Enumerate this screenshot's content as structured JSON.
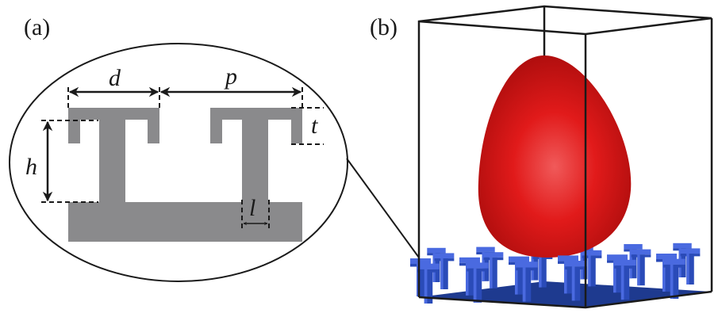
{
  "panels": {
    "a": {
      "label": "(a)"
    },
    "b": {
      "label": "(b)"
    }
  },
  "dimensions": {
    "d": "d",
    "p": "p",
    "h": "h",
    "t": "t",
    "l": "l"
  },
  "colors": {
    "structure_gray": "#8a8a8c",
    "droplet_red": "#e01818",
    "pillar_blue": "#2a4bb8",
    "outline": "#1a1a1a"
  }
}
